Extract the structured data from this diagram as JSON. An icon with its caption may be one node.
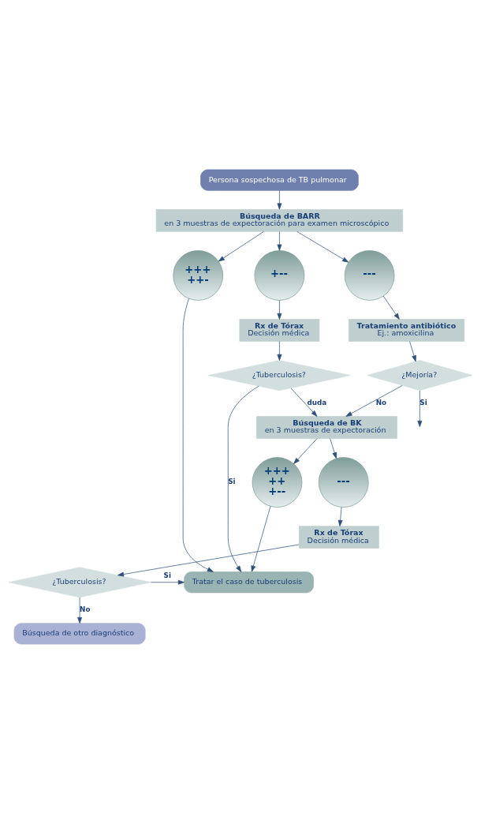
{
  "diagram": {
    "nodes": [
      {
        "text": [
          "Persona sospechosa de TB pulmonar"
        ]
      },
      {
        "text": [
          "Búsqueda de BARR",
          "en 3 muestras de expectoración para examen microscópico"
        ]
      },
      {
        "text": [
          "+++ ++-"
        ]
      },
      {
        "text": [
          "+--"
        ]
      },
      {
        "text": [
          "---"
        ]
      },
      {
        "text": [
          "Rx de Tórax",
          "Decisión médica"
        ]
      },
      {
        "text": [
          "Tratamiento antibiótico",
          "Ej.: amoxicilina"
        ]
      },
      {
        "text": [
          "¿Tuberculosis?"
        ]
      },
      {
        "text": [
          "¿Mejoría?"
        ]
      },
      {
        "text": [
          "Búsqueda de BK",
          "en 3 muestras de expectoración"
        ]
      },
      {
        "text": [
          "+++ ++ +--"
        ]
      },
      {
        "text": [
          "---"
        ]
      },
      {
        "text": [
          "Rx de Tórax",
          "Decisión médica"
        ]
      },
      {
        "text": [
          "¿Tuberculosis?"
        ]
      },
      {
        "text": [
          "Tratar el caso de tuberculosis"
        ]
      },
      {
        "text": [
          "Búsqueda de otro diagnóstico"
        ]
      }
    ],
    "edges": [
      {
        "from": 0,
        "to": 1,
        "arrow": "to"
      },
      {
        "from": 1,
        "to": 2,
        "arrow": "to"
      },
      {
        "from": 1,
        "to": 3,
        "arrow": "to"
      },
      {
        "from": 1,
        "to": 4,
        "arrow": "to"
      },
      {
        "from": 2,
        "to": 14,
        "arrow": "to"
      },
      {
        "from": 3,
        "to": 5,
        "arrow": "to"
      },
      {
        "from": 4,
        "to": 6,
        "arrow": "to"
      },
      {
        "from": 5,
        "to": 7,
        "arrow": "to"
      },
      {
        "from": 6,
        "to": 8,
        "arrow": "to"
      },
      {
        "from": 7,
        "to": 14,
        "arrow": "to",
        "label": "Si"
      },
      {
        "from": 7,
        "to": 9,
        "arrow": "to",
        "label": "duda"
      },
      {
        "from": 8,
        "to": 9,
        "arrow": "to",
        "label": "No"
      },
      {
        "from": 8,
        "to": null,
        "arrow": "to",
        "label": "Si"
      },
      {
        "from": 9,
        "to": 10,
        "arrow": "to"
      },
      {
        "from": 9,
        "to": 11,
        "arrow": "to"
      },
      {
        "from": 10,
        "to": 14,
        "arrow": "to"
      },
      {
        "from": 11,
        "to": 12,
        "arrow": "to"
      },
      {
        "from": 12,
        "to": 13,
        "arrow": "to"
      },
      {
        "from": 13,
        "to": 14,
        "arrow": "to",
        "label": "Si"
      },
      {
        "from": 13,
        "to": 15,
        "arrow": "to",
        "label": "No"
      }
    ]
  }
}
